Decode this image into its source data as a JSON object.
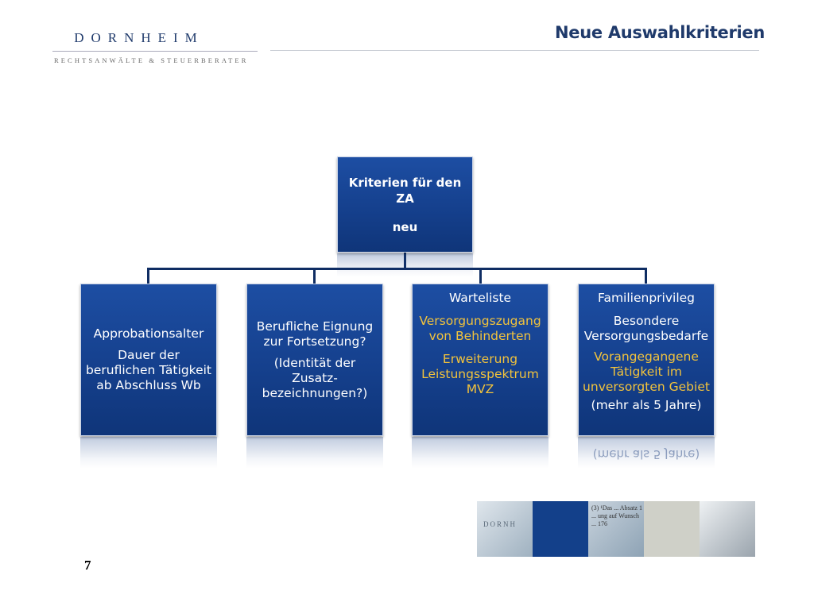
{
  "header": {
    "logo_name": "DORNHEIM",
    "logo_sub": "RECHTSANWÄLTE & STEUERBERATER",
    "title": "Neue Auswahlkriterien"
  },
  "diagram": {
    "root": {
      "lines": [
        "Kriterien für den ZA",
        "neu"
      ]
    },
    "children": [
      {
        "lines": [
          {
            "text": "Approbationsalter",
            "color": "white"
          },
          {
            "text": "Dauer der beruflichen Tätigkeit ab Abschluss Wb",
            "color": "white"
          }
        ]
      },
      {
        "lines": [
          {
            "text": "Berufliche Eignung zur Fortsetzung?",
            "color": "white"
          },
          {
            "text": "(Identität der Zusatz-bezeichnungen?)",
            "color": "white"
          }
        ]
      },
      {
        "lines": [
          {
            "text": "Warteliste",
            "color": "white"
          },
          {
            "text": "Versorgungszugang von Behinderten",
            "color": "#f2c33c"
          },
          {
            "text": "Erweiterung Leistungsspektrum MVZ",
            "color": "#f2c33c"
          }
        ]
      },
      {
        "lines": [
          {
            "text": "Familienprivileg",
            "color": "white"
          },
          {
            "text": "Besondere Versorgungsbedarfe",
            "color": "white"
          },
          {
            "text": "Vorangegangene Tätigkeit im unversorgten Gebiet",
            "color": "#f2c33c"
          },
          {
            "text": "(mehr als 5 Jahre)",
            "color": "white"
          }
        ]
      }
    ],
    "reflection_text": "(mehr als 5 Jahre)"
  },
  "footer": {
    "page_number": "7",
    "photo_strip": {
      "logo_text": "DORNH",
      "doc_text": "(3) ¹Das ... Absatz 1 ... ung auf Wunsch ... 176"
    }
  },
  "colors": {
    "brand_blue": "#1f3a6b",
    "box_blue": "#15408d",
    "accent_yellow": "#f2c33c"
  }
}
